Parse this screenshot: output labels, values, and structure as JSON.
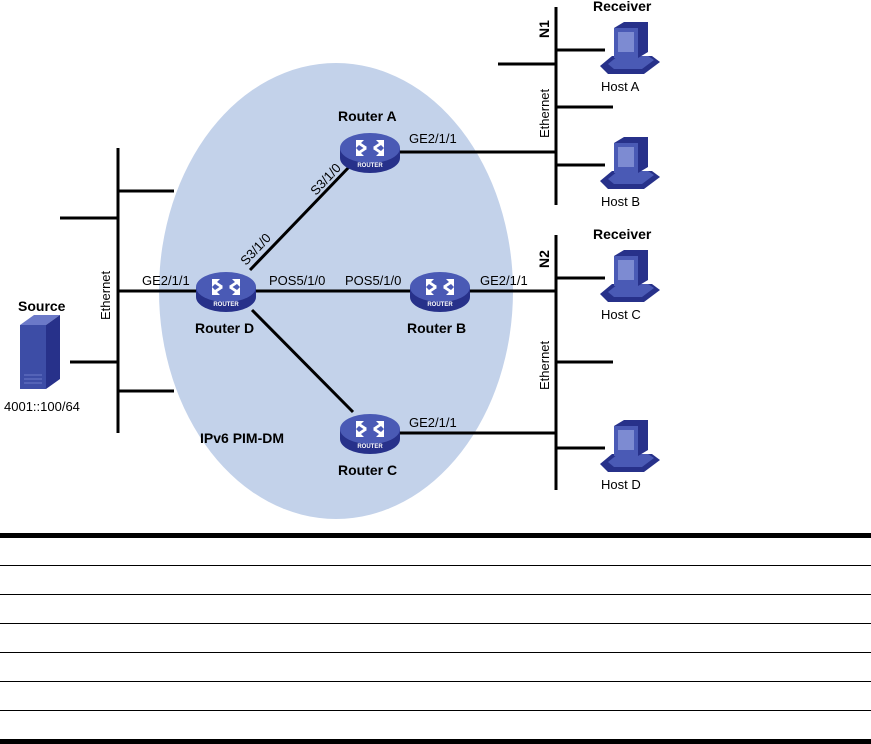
{
  "diagram": {
    "domain_label": "IPv6 PIM-DM",
    "colors": {
      "domain_fill": "#c3d2ea",
      "device_blue": "#3d4da6",
      "device_dark": "#27318a",
      "device_light": "#6b79c8",
      "line": "#000000"
    },
    "source": {
      "title": "Source",
      "address": "4001::100/64",
      "lan_label": "Ethernet"
    },
    "routers": [
      {
        "id": "A",
        "name": "Router A",
        "badge": "ROUTER"
      },
      {
        "id": "B",
        "name": "Router B",
        "badge": "ROUTER"
      },
      {
        "id": "C",
        "name": "Router C",
        "badge": "ROUTER"
      },
      {
        "id": "D",
        "name": "Router D",
        "badge": "ROUTER"
      }
    ],
    "interfaces": {
      "d_to_source": "GE2/1/1",
      "d_to_a": "S3/1/0",
      "a_to_d": "S3/1/0",
      "d_to_b": "POS5/1/0",
      "b_to_d": "POS5/1/0",
      "a_to_n1": "GE2/1/1",
      "b_to_n2": "GE2/1/1",
      "c_to_n2": "GE2/1/1"
    },
    "networks": [
      {
        "name": "N1",
        "lan_label": "Ethernet"
      },
      {
        "name": "N2",
        "lan_label": "Ethernet"
      }
    ],
    "hosts": [
      {
        "name": "Host A",
        "role": "Receiver"
      },
      {
        "name": "Host B",
        "role": ""
      },
      {
        "name": "Host C",
        "role": "Receiver"
      },
      {
        "name": "Host D",
        "role": ""
      }
    ]
  },
  "table": {
    "rows": [
      "",
      "",
      "",
      "",
      "",
      "",
      ""
    ]
  }
}
